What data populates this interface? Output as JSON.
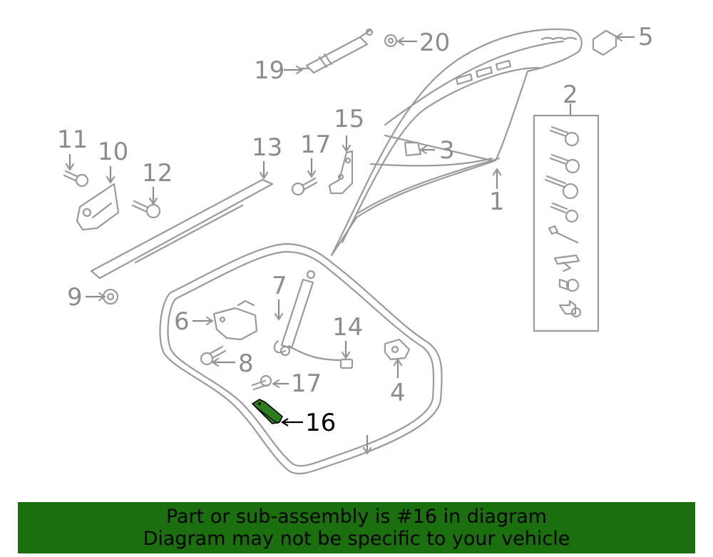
{
  "colors": {
    "highlight": "#2f7d1e",
    "banner_bg": "#1c6f0f",
    "line": "#9a9a9a",
    "label": "#8c8c8c"
  },
  "labels": {
    "p1": "1",
    "p2": "2",
    "p3": "3",
    "p4": "4",
    "p5": "5",
    "p6": "6",
    "p7": "7",
    "p8": "8",
    "p9": "9",
    "p10": "10",
    "p11": "11",
    "p12": "12",
    "p13": "13",
    "p14": "14",
    "p15": "15",
    "p16": "16",
    "p17a": "17",
    "p17b": "17",
    "p19": "19",
    "p20": "20"
  },
  "highlighted_part": "16",
  "banner": {
    "line1": "Part or sub-assembly is #16 in diagram",
    "line2": "Diagram may not be specific to your vehicle"
  }
}
